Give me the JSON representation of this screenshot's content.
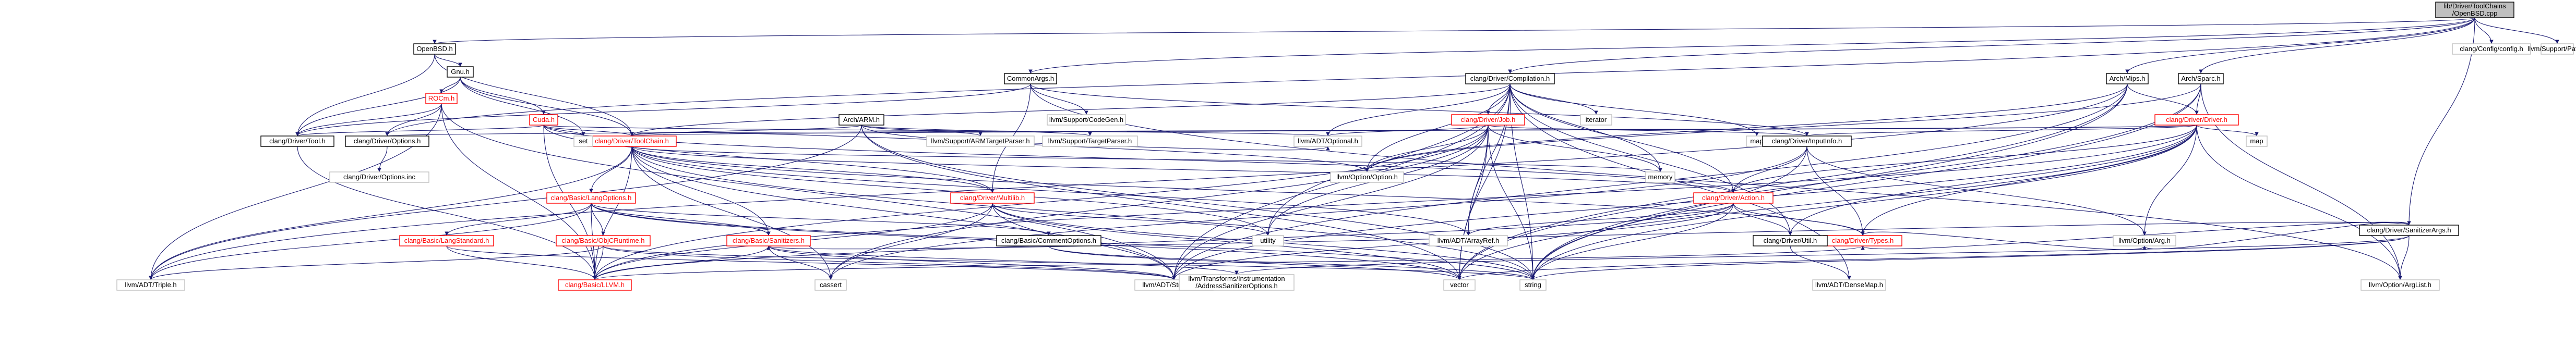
{
  "colors": {
    "root_fill": "#bfbfbf",
    "node_fill": "#ffffff",
    "node_border_linked": "#000000",
    "node_border_red": "#ff0000",
    "node_border_gray": "#bfbfbf",
    "text_linked": "#000000",
    "text_red": "#ff0000",
    "text_gray": "#000000",
    "edge": "#191970"
  },
  "nodes": [
    {
      "id": "root",
      "lines": [
        "lib/Driver/ToolChains",
        "/OpenBSD.cpp"
      ],
      "style": "root"
    },
    {
      "id": "openbsd_h",
      "lines": [
        "OpenBSD.h"
      ],
      "style": "linked"
    },
    {
      "id": "gnu_h",
      "lines": [
        "Gnu.h"
      ],
      "style": "linked"
    },
    {
      "id": "rocm_h",
      "lines": [
        "ROCm.h"
      ],
      "style": "red"
    },
    {
      "id": "cuda_h",
      "lines": [
        "Cuda.h"
      ],
      "style": "red"
    },
    {
      "id": "commonargs_h",
      "lines": [
        "CommonArgs.h"
      ],
      "style": "linked"
    },
    {
      "id": "arch_arm_h",
      "lines": [
        "Arch/ARM.h"
      ],
      "style": "linked"
    },
    {
      "id": "compilation_h",
      "lines": [
        "clang/Driver/Compilation.h"
      ],
      "style": "linked"
    },
    {
      "id": "job_h",
      "lines": [
        "clang/Driver/Job.h"
      ],
      "style": "red"
    },
    {
      "id": "arch_mips_h",
      "lines": [
        "Arch/Mips.h"
      ],
      "style": "linked"
    },
    {
      "id": "arch_sparc_h",
      "lines": [
        "Arch/Sparc.h"
      ],
      "style": "linked"
    },
    {
      "id": "driver_h",
      "lines": [
        "clang/Driver/Driver.h"
      ],
      "style": "red"
    },
    {
      "id": "sanitizerargs_h",
      "lines": [
        "clang/Driver/SanitizerArgs.h"
      ],
      "style": "linked"
    },
    {
      "id": "config_h",
      "lines": [
        "clang/Config/config.h"
      ],
      "style": "gray"
    },
    {
      "id": "path_h",
      "lines": [
        "llvm/Support/Path.h"
      ],
      "style": "gray"
    },
    {
      "id": "tool_h",
      "lines": [
        "clang/Driver/Tool.h"
      ],
      "style": "linked"
    },
    {
      "id": "options_h",
      "lines": [
        "clang/Driver/Options.h"
      ],
      "style": "linked"
    },
    {
      "id": "options_inc",
      "lines": [
        "clang/Driver/Options.inc"
      ],
      "style": "gray"
    },
    {
      "id": "toolchain_h",
      "lines": [
        "clang/Driver/ToolChain.h"
      ],
      "style": "red"
    },
    {
      "id": "set",
      "lines": [
        "set"
      ],
      "style": "gray"
    },
    {
      "id": "codegen_h",
      "lines": [
        "llvm/Support/CodeGen.h"
      ],
      "style": "gray"
    },
    {
      "id": "armtargetparser_h",
      "lines": [
        "llvm/Support/ARMTargetParser.h"
      ],
      "style": "gray"
    },
    {
      "id": "targetparser_h",
      "lines": [
        "llvm/Support/TargetParser.h"
      ],
      "style": "gray"
    },
    {
      "id": "optional_h",
      "lines": [
        "llvm/ADT/Optional.h"
      ],
      "style": "gray"
    },
    {
      "id": "iterator",
      "lines": [
        "iterator"
      ],
      "style": "gray"
    },
    {
      "id": "map",
      "lines": [
        "map"
      ],
      "style": "gray"
    },
    {
      "id": "map2",
      "lines": [
        "map"
      ],
      "style": "gray"
    },
    {
      "id": "inputinfo_h",
      "lines": [
        "clang/Driver/InputInfo.h"
      ],
      "style": "linked"
    },
    {
      "id": "option_h",
      "lines": [
        "llvm/Option/Option.h"
      ],
      "style": "gray"
    },
    {
      "id": "memory",
      "lines": [
        "memory"
      ],
      "style": "gray"
    },
    {
      "id": "action_h",
      "lines": [
        "clang/Driver/Action.h"
      ],
      "style": "red"
    },
    {
      "id": "langoptions_h",
      "lines": [
        "clang/Basic/LangOptions.h"
      ],
      "style": "red"
    },
    {
      "id": "multilib_h",
      "lines": [
        "clang/Driver/Multilib.h"
      ],
      "style": "red"
    },
    {
      "id": "sanitizers_h",
      "lines": [
        "clang/Basic/Sanitizers.h"
      ],
      "style": "red"
    },
    {
      "id": "langstandard_h",
      "lines": [
        "clang/Basic/LangStandard.h"
      ],
      "style": "red"
    },
    {
      "id": "objcruntime_h",
      "lines": [
        "clang/Basic/ObjCRuntime.h"
      ],
      "style": "red"
    },
    {
      "id": "commentoptions_h",
      "lines": [
        "clang/Basic/CommentOptions.h"
      ],
      "style": "linked"
    },
    {
      "id": "utility",
      "lines": [
        "utility"
      ],
      "style": "gray"
    },
    {
      "id": "arrayref_h",
      "lines": [
        "llvm/ADT/ArrayRef.h"
      ],
      "style": "gray"
    },
    {
      "id": "types_h",
      "lines": [
        "clang/Driver/Types.h"
      ],
      "style": "red"
    },
    {
      "id": "util_h",
      "lines": [
        "clang/Driver/Util.h"
      ],
      "style": "linked"
    },
    {
      "id": "optionarg_h",
      "lines": [
        "llvm/Option/Arg.h"
      ],
      "style": "gray"
    },
    {
      "id": "triple_h",
      "lines": [
        "llvm/ADT/Triple.h"
      ],
      "style": "gray"
    },
    {
      "id": "llvm_h",
      "lines": [
        "clang/Basic/LLVM.h"
      ],
      "style": "red"
    },
    {
      "id": "cassert",
      "lines": [
        "cassert"
      ],
      "style": "gray"
    },
    {
      "id": "stringref_h",
      "lines": [
        "llvm/ADT/StringRef.h"
      ],
      "style": "gray"
    },
    {
      "id": "addresssan_h",
      "lines": [
        "llvm/Transforms/Instrumentation",
        "/AddressSanitizerOptions.h"
      ],
      "style": "gray"
    },
    {
      "id": "vector",
      "lines": [
        "vector"
      ],
      "style": "gray"
    },
    {
      "id": "string",
      "lines": [
        "string"
      ],
      "style": "gray"
    },
    {
      "id": "densemap_h",
      "lines": [
        "llvm/ADT/DenseMap.h"
      ],
      "style": "gray"
    },
    {
      "id": "arglist_h",
      "lines": [
        "llvm/Option/ArgList.h"
      ],
      "style": "gray"
    }
  ],
  "edges": [
    [
      "root",
      "openbsd_h"
    ],
    [
      "root",
      "commonargs_h"
    ],
    [
      "root",
      "compilation_h"
    ],
    [
      "root",
      "arch_mips_h"
    ],
    [
      "root",
      "arch_sparc_h"
    ],
    [
      "root",
      "sanitizerargs_h"
    ],
    [
      "root",
      "config_h"
    ],
    [
      "root",
      "path_h"
    ],
    [
      "root",
      "options_h"
    ],
    [
      "openbsd_h",
      "gnu_h"
    ],
    [
      "openbsd_h",
      "tool_h"
    ],
    [
      "openbsd_h",
      "toolchain_h"
    ],
    [
      "gnu_h",
      "rocm_h"
    ],
    [
      "gnu_h",
      "cuda_h"
    ],
    [
      "gnu_h",
      "tool_h"
    ],
    [
      "gnu_h",
      "toolchain_h"
    ],
    [
      "gnu_h",
      "set"
    ],
    [
      "rocm_h",
      "options_h"
    ],
    [
      "rocm_h",
      "tool_h"
    ],
    [
      "rocm_h",
      "triple_h"
    ],
    [
      "rocm_h",
      "llvm_h"
    ],
    [
      "rocm_h",
      "stringref_h"
    ],
    [
      "cuda_h",
      "tool_h"
    ],
    [
      "cuda_h",
      "toolchain_h"
    ],
    [
      "cuda_h",
      "set"
    ],
    [
      "cuda_h",
      "multilib_h"
    ],
    [
      "cuda_h",
      "action_h"
    ],
    [
      "cuda_h",
      "optional_h"
    ],
    [
      "cuda_h",
      "llvm_h"
    ],
    [
      "commonargs_h",
      "tool_h"
    ],
    [
      "commonargs_h",
      "codegen_h"
    ],
    [
      "commonargs_h",
      "multilib_h"
    ],
    [
      "commonargs_h",
      "inputinfo_h"
    ],
    [
      "commonargs_h",
      "arglist_h"
    ],
    [
      "arch_arm_h",
      "toolchain_h"
    ],
    [
      "arch_arm_h",
      "armtargetparser_h"
    ],
    [
      "arch_arm_h",
      "targetparser_h"
    ],
    [
      "arch_arm_h",
      "option_h"
    ],
    [
      "arch_arm_h",
      "triple_h"
    ],
    [
      "arch_arm_h",
      "string"
    ],
    [
      "arch_arm_h",
      "vector"
    ],
    [
      "compilation_h",
      "job_h"
    ],
    [
      "compilation_h",
      "action_h"
    ],
    [
      "compilation_h",
      "util_h"
    ],
    [
      "compilation_h",
      "optional_h"
    ],
    [
      "compilation_h",
      "iterator"
    ],
    [
      "compilation_h",
      "map"
    ],
    [
      "compilation_h",
      "memory"
    ],
    [
      "compilation_h",
      "utility"
    ],
    [
      "compilation_h",
      "vector"
    ],
    [
      "compilation_h",
      "arrayref_h"
    ],
    [
      "compilation_h",
      "string"
    ],
    [
      "compilation_h",
      "densemap_h"
    ],
    [
      "compilation_h",
      "stringref_h"
    ],
    [
      "compilation_h",
      "option_h"
    ],
    [
      "compilation_h",
      "toolchain_h"
    ],
    [
      "job_h",
      "inputinfo_h"
    ],
    [
      "job_h",
      "llvm_h"
    ],
    [
      "job_h",
      "optional_h"
    ],
    [
      "job_h",
      "memory"
    ],
    [
      "job_h",
      "string"
    ],
    [
      "job_h",
      "utility"
    ],
    [
      "job_h",
      "vector"
    ],
    [
      "job_h",
      "arrayref_h"
    ],
    [
      "job_h",
      "stringref_h"
    ],
    [
      "job_h",
      "option_h"
    ],
    [
      "job_h",
      "cassert"
    ],
    [
      "arch_mips_h",
      "driver_h"
    ],
    [
      "arch_mips_h",
      "triple_h"
    ],
    [
      "arch_mips_h",
      "option_h"
    ],
    [
      "arch_mips_h",
      "string"
    ],
    [
      "arch_mips_h",
      "vector"
    ],
    [
      "arch_mips_h",
      "stringref_h"
    ],
    [
      "arch_sparc_h",
      "driver_h"
    ],
    [
      "arch_sparc_h",
      "option_h"
    ],
    [
      "arch_sparc_h",
      "string"
    ],
    [
      "arch_sparc_h",
      "vector"
    ],
    [
      "arch_sparc_h",
      "arglist_h"
    ],
    [
      "driver_h",
      "toolchain_h"
    ],
    [
      "driver_h",
      "action_h"
    ],
    [
      "driver_h",
      "inputinfo_h"
    ],
    [
      "driver_h",
      "options_h"
    ],
    [
      "driver_h",
      "phases_h"
    ],
    [
      "driver_h",
      "types_h"
    ],
    [
      "driver_h",
      "util_h"
    ],
    [
      "driver_h",
      "map2"
    ],
    [
      "driver_h",
      "list"
    ],
    [
      "driver_h",
      "string"
    ],
    [
      "driver_h",
      "vector"
    ],
    [
      "driver_h",
      "arglist_h"
    ],
    [
      "driver_h",
      "optionarg_h"
    ],
    [
      "driver_h",
      "stringref_h"
    ],
    [
      "driver_h",
      "llvm_h"
    ],
    [
      "sanitizerargs_h",
      "sanitizers_h"
    ],
    [
      "sanitizerargs_h",
      "types_h"
    ],
    [
      "sanitizerargs_h",
      "optionarg_h"
    ],
    [
      "sanitizerargs_h",
      "arglist_h"
    ],
    [
      "sanitizerargs_h",
      "addresssan_h"
    ],
    [
      "sanitizerargs_h",
      "string"
    ],
    [
      "sanitizerargs_h",
      "vector"
    ],
    [
      "tool_h",
      "llvm_h"
    ],
    [
      "options_h",
      "options_inc"
    ],
    [
      "toolchain_h",
      "langoptions_h"
    ],
    [
      "toolchain_h",
      "sanitizers_h"
    ],
    [
      "toolchain_h",
      "action_h"
    ],
    [
      "toolchain_h",
      "multilib_h"
    ],
    [
      "toolchain_h",
      "types_h"
    ],
    [
      "toolchain_h",
      "llvm_h"
    ],
    [
      "toolchain_h",
      "arrayref_h"
    ],
    [
      "toolchain_h",
      "triple_h"
    ],
    [
      "toolchain_h",
      "stringref_h"
    ],
    [
      "toolchain_h",
      "memory"
    ],
    [
      "toolchain_h",
      "optional_h"
    ],
    [
      "toolchain_h",
      "string"
    ],
    [
      "toolchain_h",
      "utility"
    ],
    [
      "toolchain_h",
      "cassert"
    ],
    [
      "langoptions_h",
      "commentoptions_h"
    ],
    [
      "langoptions_h",
      "langstandard_h"
    ],
    [
      "langoptions_h",
      "objcruntime_h"
    ],
    [
      "langoptions_h",
      "sanitizers_h"
    ],
    [
      "langoptions_h",
      "llvm_h"
    ],
    [
      "langoptions_h",
      "string"
    ],
    [
      "langoptions_h",
      "vector"
    ],
    [
      "langoptions_h",
      "triple_h"
    ],
    [
      "multilib_h",
      "llvm_h"
    ],
    [
      "multilib_h",
      "stringref_h"
    ],
    [
      "multilib_h",
      "cassert"
    ],
    [
      "multilib_h",
      "string"
    ],
    [
      "multilib_h",
      "utility"
    ],
    [
      "multilib_h",
      "vector"
    ],
    [
      "sanitizers_h",
      "llvm_h"
    ],
    [
      "sanitizers_h",
      "stringref_h"
    ],
    [
      "sanitizers_h",
      "addresssan_h"
    ],
    [
      "sanitizers_h",
      "cassert"
    ],
    [
      "langstandard_h",
      "llvm_h"
    ],
    [
      "langstandard_h",
      "stringref_h"
    ],
    [
      "objcruntime_h",
      "llvm_h"
    ],
    [
      "objcruntime_h",
      "stringref_h"
    ],
    [
      "objcruntime_h",
      "triple_h"
    ],
    [
      "objcruntime_h",
      "string"
    ],
    [
      "commentoptions_h",
      "string"
    ],
    [
      "commentoptions_h",
      "vector"
    ],
    [
      "action_h",
      "types_h"
    ],
    [
      "action_h",
      "util_h"
    ],
    [
      "action_h",
      "llvm_h"
    ],
    [
      "action_h",
      "arrayref_h"
    ],
    [
      "action_h",
      "stringref_h"
    ],
    [
      "action_h",
      "string"
    ],
    [
      "inputinfo_h",
      "action_h"
    ],
    [
      "inputinfo_h",
      "types_h"
    ],
    [
      "inputinfo_h",
      "optionarg_h"
    ],
    [
      "inputinfo_h",
      "cassert"
    ],
    [
      "inputinfo_h",
      "string"
    ],
    [
      "types_h",
      "llvm_h"
    ],
    [
      "types_h",
      "optionarg_h"
    ],
    [
      "util_h",
      "densemap_h"
    ]
  ]
}
